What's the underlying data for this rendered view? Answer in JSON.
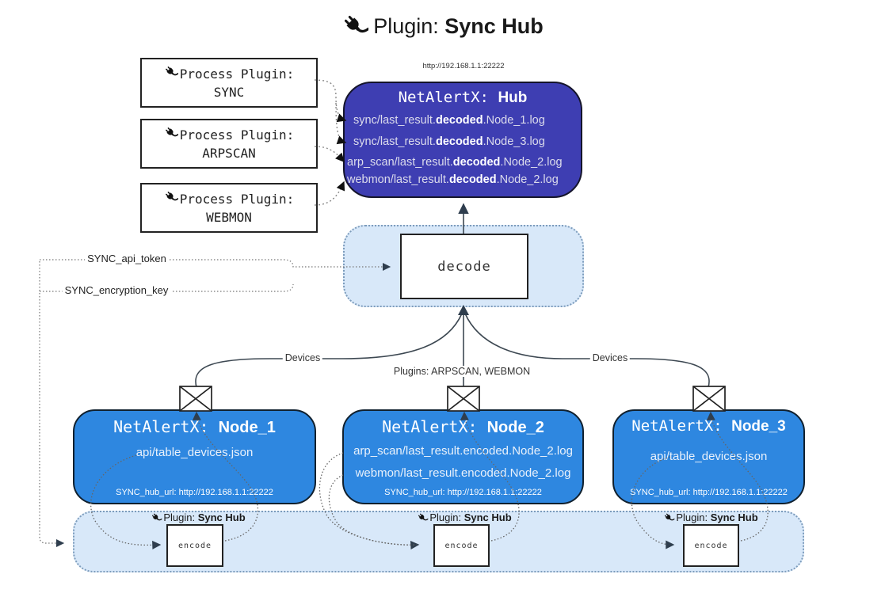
{
  "colors": {
    "hub_fill": "#3e3eb2",
    "node_fill": "#2e87e0",
    "panel_fill": "#d8e8f9",
    "panel_border": "#7d9cbc",
    "arrow_dark": "#2f3e4e"
  },
  "title": {
    "prefix": "Plugin:",
    "name": "Sync Hub"
  },
  "process_plugins": [
    {
      "label": "Process Plugin:",
      "name": "SYNC"
    },
    {
      "label": "Process Plugin:",
      "name": "ARPSCAN"
    },
    {
      "label": "Process Plugin:",
      "name": "WEBMON"
    }
  ],
  "hub": {
    "url": "http://192.168.1.1:22222",
    "title_prefix": "NetAlertX: ",
    "title_name": "Hub",
    "logs": [
      {
        "pre": "sync/last_result.",
        "bold": "decoded",
        "post": ".Node_1.log"
      },
      {
        "pre": "sync/last_result.",
        "bold": "decoded",
        "post": ".Node_3.log"
      },
      {
        "pre": "arp_scan/last_result.",
        "bold": "decoded",
        "post": ".Node_2.log"
      },
      {
        "pre": "webmon/last_result.",
        "bold": "decoded",
        "post": ".Node_2.log"
      }
    ]
  },
  "decode_panel": {
    "label": "decode"
  },
  "settings": {
    "api_token": "SYNC_api_token",
    "encryption_key": "SYNC_encryption_key"
  },
  "edge_labels": {
    "devices_left": "Devices",
    "plugins_mid": "Plugins: ARPSCAN, WEBMON",
    "devices_right": "Devices"
  },
  "nodes": [
    {
      "title_prefix": "NetAlertX: ",
      "title_name": "Node_1",
      "files": [
        "api/table_devices.json"
      ],
      "hub_url": "SYNC_hub_url: http://192.168.1.1:22222"
    },
    {
      "title_prefix": "NetAlertX: ",
      "title_name": "Node_2",
      "files": [
        "arp_scan/last_result.encoded.Node_2.log",
        "webmon/last_result.encoded.Node_2.log"
      ],
      "hub_url": "SYNC_hub_url: http://192.168.1.1:22222"
    },
    {
      "title_prefix": "NetAlertX: ",
      "title_name": "Node_3",
      "files": [
        "api/table_devices.json"
      ],
      "hub_url": "SYNC_hub_url: http://192.168.1.1:22222"
    }
  ],
  "encode_band": {
    "groups": [
      {
        "plugin_prefix": "Plugin:",
        "plugin_name": "Sync Hub",
        "encode_label": "encode"
      },
      {
        "plugin_prefix": "Plugin:",
        "plugin_name": "Sync Hub",
        "encode_label": "encode"
      },
      {
        "plugin_prefix": "Plugin:",
        "plugin_name": "Sync Hub",
        "encode_label": "encode"
      }
    ]
  }
}
